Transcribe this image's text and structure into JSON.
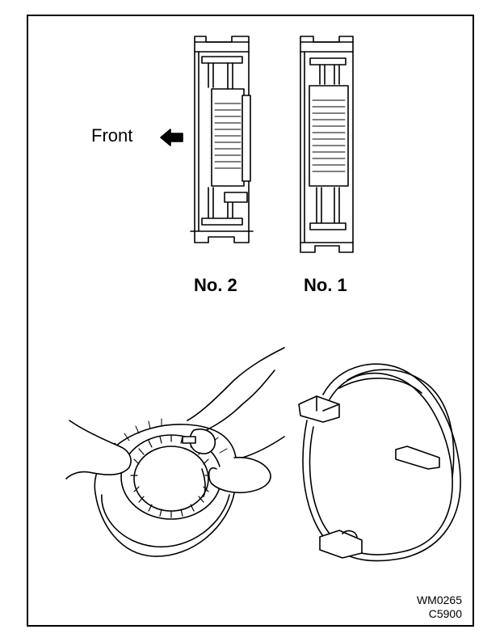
{
  "labels": {
    "front": "Front",
    "ring_no2": "No. 2",
    "ring_no1": "No. 1"
  },
  "codes": {
    "line1": "WM0265",
    "line2": "C5900"
  },
  "colors": {
    "ink": "#000000",
    "paper": "#ffffff"
  },
  "icons": {
    "direction": "arrow-left-icon"
  }
}
